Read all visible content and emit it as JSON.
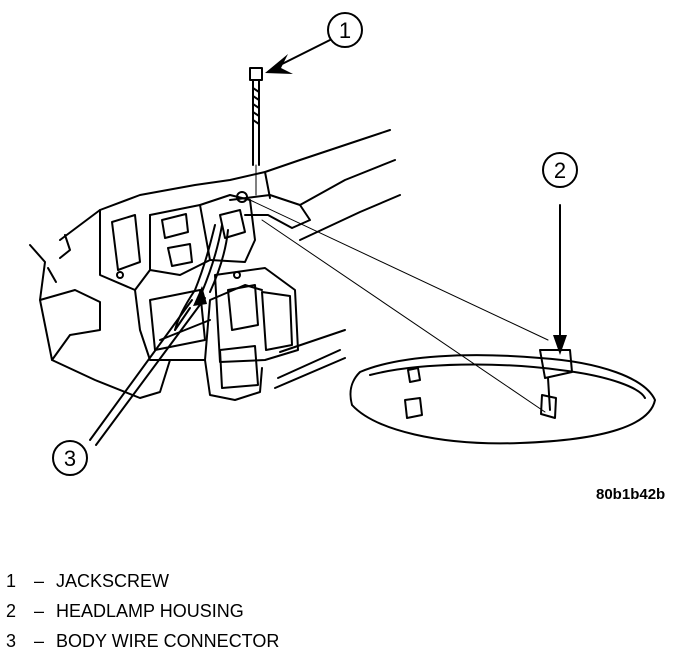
{
  "callouts": [
    {
      "number": "1",
      "target": "jackscrew"
    },
    {
      "number": "2",
      "target": "headlamp-housing"
    },
    {
      "number": "3",
      "target": "body-wire-connector"
    }
  ],
  "figure_code": "80b1b42b",
  "legend": [
    {
      "number": "1",
      "dash": "–",
      "label": "JACKSCREW"
    },
    {
      "number": "2",
      "dash": "–",
      "label": "HEADLAMP HOUSING"
    },
    {
      "number": "3",
      "dash": "–",
      "label": "BODY WIRE CONNECTOR"
    }
  ]
}
